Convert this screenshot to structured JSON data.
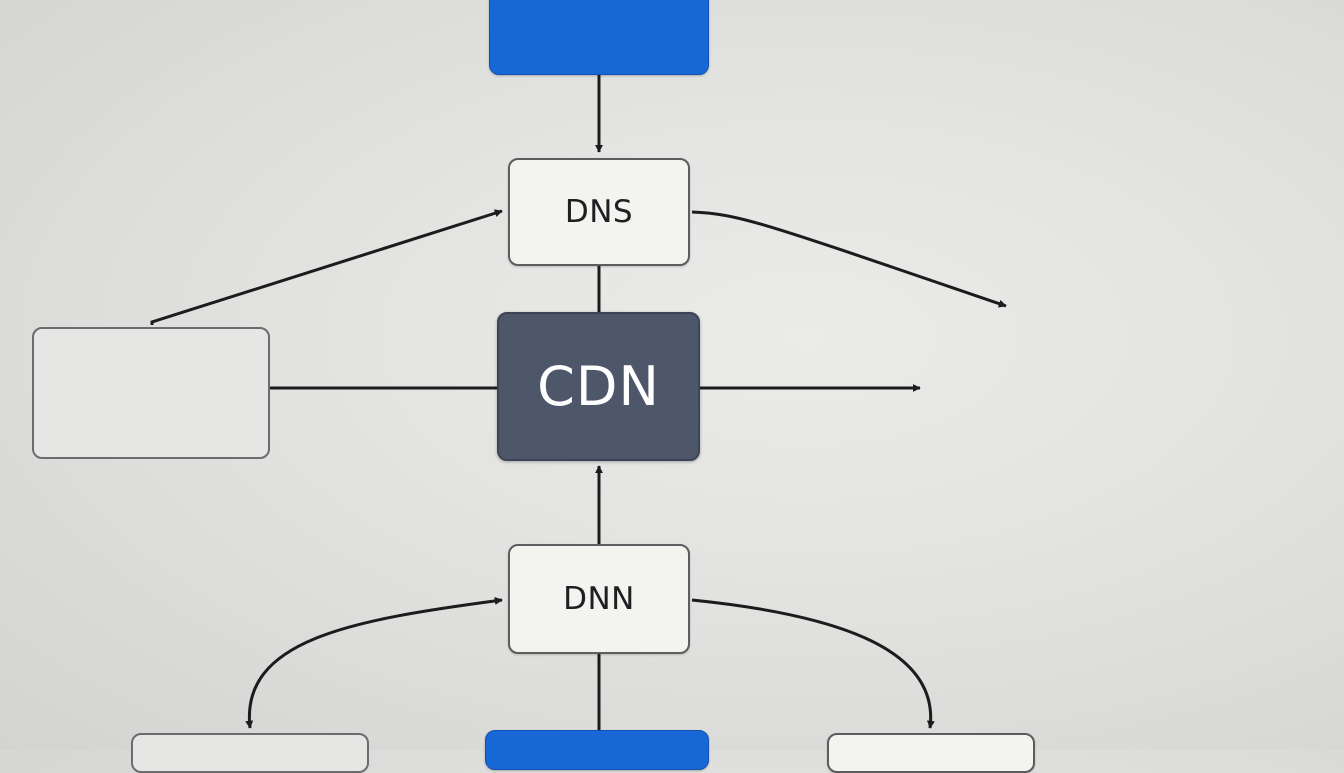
{
  "diagram": {
    "nodes": {
      "top_blue": "",
      "dns": "DNS",
      "cdn": "CDN",
      "left_box": "",
      "dnn": "DNN",
      "bottom_blue": "",
      "bottom_left": "",
      "bottom_right": ""
    },
    "colors": {
      "blue": "#1767d6",
      "dark": "#4e5669",
      "light": "#f3f3ef",
      "line": "#1c1c1c"
    }
  }
}
